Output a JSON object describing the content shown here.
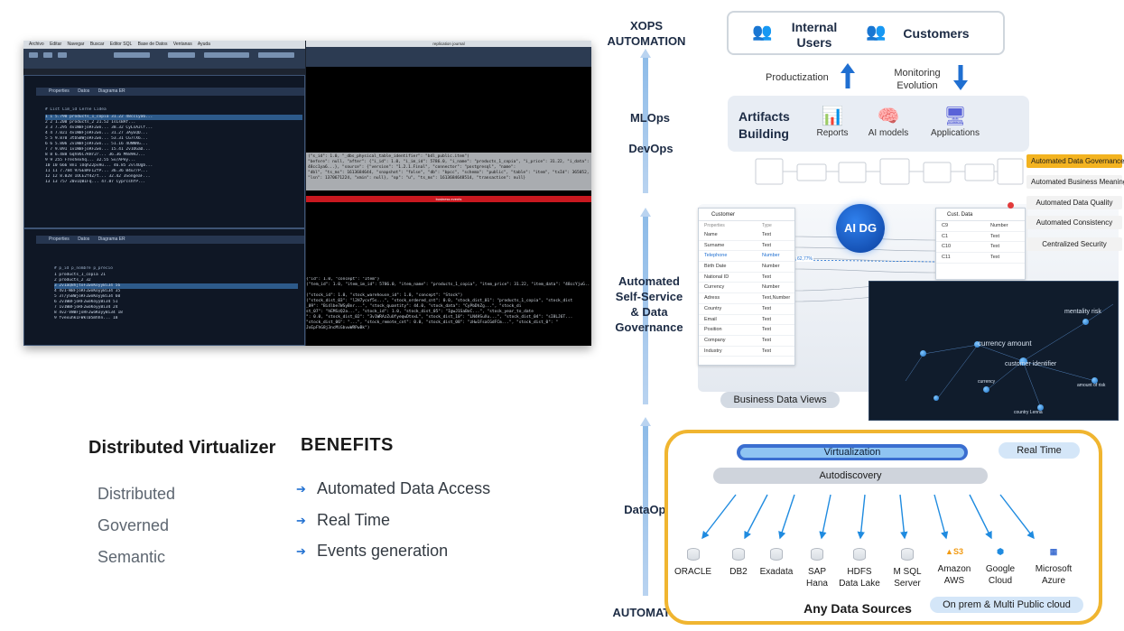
{
  "screenshot": {
    "menu": [
      "Archivo",
      "Editar",
      "Navegar",
      "Buscar",
      "Editor SQL",
      "Base de Datos",
      "Ventanas",
      "Ayuda"
    ],
    "tab_rows_1": [
      "Properties",
      "Datos",
      "Diagrama ER"
    ],
    "tab_rows_2": [
      "Properties",
      "Datos",
      "Diagrama ER"
    ],
    "top_grid_header": "# List  Lim_id  Lerne   Lidea",
    "top_grid_rows": [
      "1  1  5.790  products_1_copia  31.22  48cc1ya6...",
      "2  2  1.200  products_2   21.52  1sLsBAf...",
      "3  3  7.295  4v1WBFjoRF2wo...   38.32  CyLsAJlf...",
      "4  4  7.021  4v1WBFjoRF2wo...   31.27  3AyEQD...",
      "5  5  9.870  3tbSBWjoRF2wo...   53.31  CG7TX6...",
      "6  6  5.806  2v1WBFjoRF2wo...   51.16  4UNNNG...",
      "7  7  9.091  1v1WBFjoRF2wo...   15.41  2v1OGaD...",
      "8  8  6.488  6qhVbC7RHr2r...   36.36  Mh89HJ...",
      "9  9  255   Freshexhq...   32.55  Sv/APey...",
      "10 10  666  8n1 iUqhZ2pvHu...   46.85  2vl4Ugb...",
      "11 11  7.784  9/GE8AFI2fP...   36.36  B4u7/P...",
      "12 12  8.028  1OCE2f4Z/t...   32.42  3SongeaF...",
      "13 13  757  20v1QBIFq...   47.87  CyprcshfP..."
    ],
    "bottom_grid_header": "# p_id   p_nombre   p_precio",
    "bottom_grid_rows": [
      "1  products_1_copia   21",
      "2  products_2   32",
      "3  2v1aQ8hjtoF2woKoyyBi34   56",
      "4  4v1-WBFjoRF2woKoyyBi34   35",
      "5  3T/ySBWjoRF2woKoyyBi34   60",
      "6  2v1WBFjoRF2woKoyyBi34   51",
      "7  1v1WBFjoRF2woKoyyBi34   24",
      "8  4v2-VWBFjoRF2woKoyyBi34   18",
      "9  fvexuhk1FWkl05mhhn...   18"
    ],
    "journal_title": "replication journal",
    "log_box": "(\"s_id\": 1.0, \"_dbs_physical_table_identifier\": \"bdl_public.item\")\n\"before\": null, \"after\": {\"i_id\": 1.0, \"i_im_id\": 5786.0, \"i_name\": \"products_1_copia\", \"i_price\": 31.22, \"i_data\":\n48cc1ya6...}, \"source\": {\"version\": \"1.2.1.Final\", \"connector\": \"postgresql\", \"name\":\n\"dbl\", \"ts_ms\": 1613684644, \"snapshot\": \"false\", \"db\": \"bpcc\", \"schema\": \"public\", \"table\": \"item\", \"txId\": 365052,\n\"lsn\": 1370671224, \"xmin\": null}, \"op\": \"u\", \"ts_ms\": 1613684648514, \"transaction\": null}",
    "red_bar": "business events",
    "log_lower": "{\"id\": 1.0, \"concept\": \"Item\"}\n(\"tem_id\": 1.0, \"item_im_id\": 5786.0, \"item_name\": \"products_1_copia\", \"item_price\": 31.22, \"item_data\": \"48ccYjuG..\n\n(\"stock_id\": 1.0, \"stock_warehouse_id\": 1.0, \"concept\": \"Stock\")\n(\"stock_dist_03\": \"l2H7ycvf5s...\", \"stock_ordered_cnt\": 0.0, \"stock_dist_01\": \"products_1_copia\", \"stock_dist\n_09\": \"Bi4lbe7WSyBnr...\", \"stock_quantity\": 44.0, \"stock_data\": \"CyPbDhZg...\", \"stock_di\nst_07\": \"hEMSzQ2a...\", \"stock_id\": 1.0, \"stock_dist_05\": \"IgwJ1SaBoC...\", \"stock_year_to_date\n\": 0.0, \"stock_dist_02\": \"3v1WRAzZuUfyeqwDtnxL\", \"stock_dist_10\": \"LN4HSuXu...\", \"stock_dist_04\": \"sI8LJ6T...\n\"stock_dist_06\": \"...\", \"stock_remote_cnt\": 0.0, \"stock_dist_08\": \"zHw1FsaCGdFCm...\", \"stock_dist_0\": \"\nJxEpFhG8j3ncMiGbvwWRPwBk\")"
  },
  "left_text": {
    "dv_title": "Distributed Virtualizer",
    "dv_items": [
      "Distributed",
      "Governed",
      "Semantic"
    ],
    "benefits_title": "BENEFITS",
    "benefits": [
      "Automated Data Access",
      "Real Time",
      "Events generation"
    ]
  },
  "lanes": {
    "xops": "XOPS\nAUTOMATION",
    "mlops": "MLOps",
    "devops": "DevOps",
    "self_service": "Automated\nSelf-Service\n& Data\nGovernance",
    "dataops": "DataOps",
    "automation": "AUTOMATION"
  },
  "top": {
    "internal_users": "Internal\nUsers",
    "customers": "Customers",
    "productization": "Productization",
    "monitoring": "Monitoring\nEvolution"
  },
  "artifacts": {
    "title": "Artifacts\nBuilding",
    "items": [
      {
        "label": "Reports",
        "icon": "bar-chart-icon"
      },
      {
        "label": "AI models",
        "icon": "brain-icon"
      },
      {
        "label": "Applications",
        "icon": "app-window-icon"
      }
    ]
  },
  "governance": {
    "badge": "AI DG",
    "tags": [
      "Automated Data Governance",
      "Automated Business Meaning",
      "Automated Data Quality",
      "Automated Consistency",
      "Centralized Security"
    ],
    "business_views": "Business Data Views",
    "customer_catalog": {
      "title": "Customer",
      "header": [
        "Properties",
        "Type"
      ],
      "rows": [
        [
          "Name",
          "Text"
        ],
        [
          "Surname",
          "Text"
        ],
        [
          "Telephone",
          "Number"
        ],
        [
          "Birth Date",
          "Number"
        ],
        [
          "National ID",
          "Text"
        ],
        [
          "Currency",
          "Number"
        ],
        [
          "Adress",
          "Text,Number"
        ],
        [
          "Country",
          "Text"
        ],
        [
          "Email",
          "Text"
        ],
        [
          "Position",
          "Text"
        ],
        [
          "Company",
          "Text"
        ],
        [
          "Industry",
          "Text"
        ]
      ]
    },
    "cust_data": {
      "title": "Cust. Data",
      "rows": [
        [
          "C9",
          "Number"
        ],
        [
          "C1",
          "Text"
        ],
        [
          "C10",
          "Text"
        ],
        [
          "C11",
          "Text"
        ]
      ]
    },
    "match_pct": "62,77%",
    "graph_labels": [
      "currency amount",
      "customer identifier",
      "mentality risk",
      "amount of risk",
      "currency",
      "country Lenna"
    ]
  },
  "sources": {
    "virtualization": "Virtualization",
    "real_time": "Real Time",
    "autodiscovery": "Autodiscovery",
    "items": [
      "ORACLE",
      "DB2",
      "Exadata",
      "SAP\nHana",
      "HDFS\nData Lake",
      "M SQL\nServer",
      "Amazon\nAWS",
      "Google\nCloud",
      "Microsoft\nAzure"
    ],
    "any_sources": "Any Data Sources",
    "onprem": "On prem & Multi Public cloud"
  }
}
